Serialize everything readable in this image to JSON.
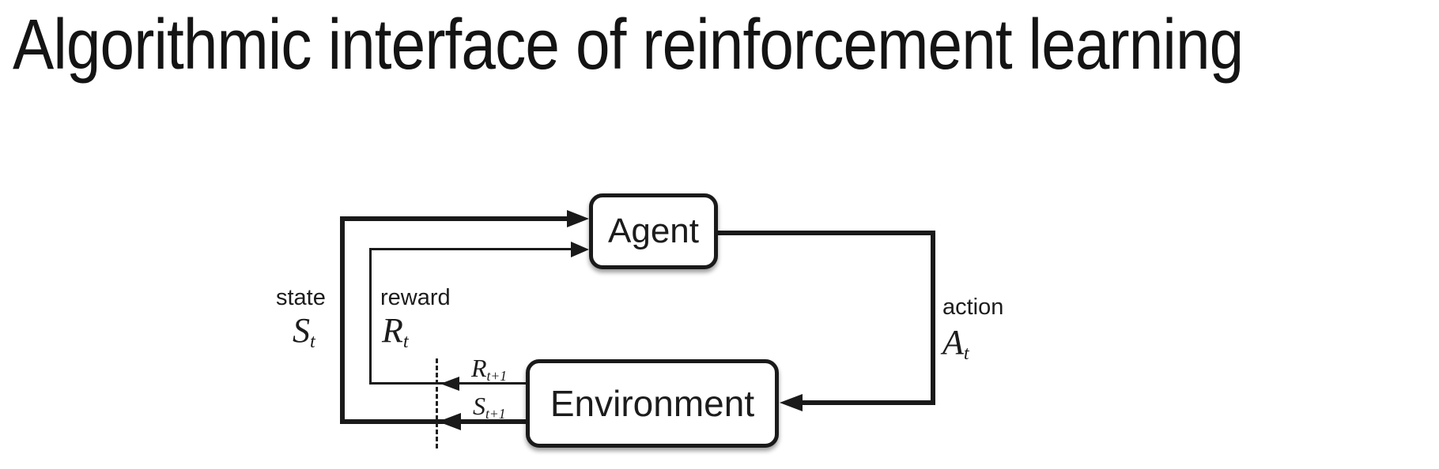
{
  "title": "Algorithmic interface of reinforcement learning",
  "diagram": {
    "nodes": {
      "agent": "Agent",
      "environment": "Environment"
    },
    "labels": {
      "state": {
        "word": "state",
        "symbol": "S",
        "sub": "t"
      },
      "reward": {
        "word": "reward",
        "symbol": "R",
        "sub": "t"
      },
      "action": {
        "word": "action",
        "symbol": "A",
        "sub": "t"
      },
      "next_reward": {
        "symbol": "R",
        "sub": "t+1"
      },
      "next_state": {
        "symbol": "S",
        "sub": "t+1"
      }
    },
    "colors": {
      "line": "#1a1a1a",
      "text": "#1c1c1c",
      "background": "#ffffff"
    }
  }
}
